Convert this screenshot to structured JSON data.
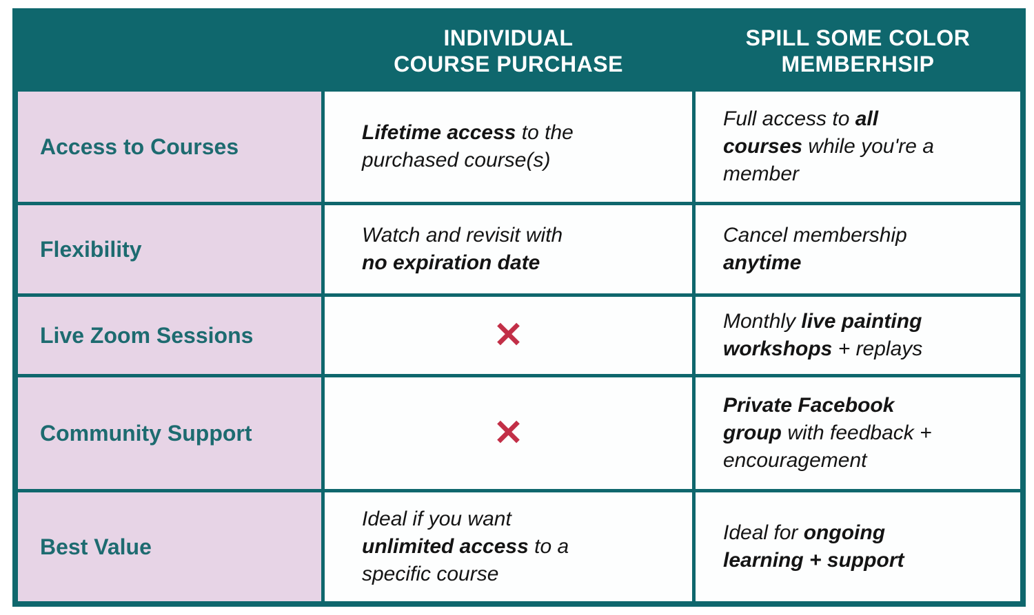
{
  "colors": {
    "teal": "#0f676d",
    "pink": "#e7d4e6",
    "label_text": "#1d6b70",
    "body_text": "#141414",
    "x_mark": "#c22f47",
    "cell_background": "#fdfefe"
  },
  "header": {
    "corner": "",
    "col_individual": "INDIVIDUAL\nCOURSE PURCHASE",
    "col_membership": "SPILL SOME COLOR\nMEMBERHSIP"
  },
  "x_mark_glyph": "✕",
  "rows": [
    {
      "label": "Access to Courses",
      "individual": {
        "type": "text",
        "segments": [
          {
            "text": "Lifetime access",
            "bold": true
          },
          {
            "text": " to the\npurchased course(s)",
            "bold": false
          }
        ]
      },
      "membership": {
        "type": "text",
        "segments": [
          {
            "text": "Full access to ",
            "bold": false
          },
          {
            "text": "all\ncourses",
            "bold": true
          },
          {
            "text": " while you're a\nmember",
            "bold": false
          }
        ]
      }
    },
    {
      "label": "Flexibility",
      "individual": {
        "type": "text",
        "segments": [
          {
            "text": "Watch and revisit with\n",
            "bold": false
          },
          {
            "text": "no expiration date",
            "bold": true
          }
        ]
      },
      "membership": {
        "type": "text",
        "segments": [
          {
            "text": "Cancel membership\n",
            "bold": false
          },
          {
            "text": "anytime",
            "bold": true
          }
        ]
      }
    },
    {
      "label": "Live Zoom Sessions",
      "individual": {
        "type": "x"
      },
      "membership": {
        "type": "text",
        "segments": [
          {
            "text": "Monthly ",
            "bold": false
          },
          {
            "text": "live painting\nworkshops",
            "bold": true
          },
          {
            "text": " + replays",
            "bold": false
          }
        ]
      }
    },
    {
      "label": "Community Support",
      "individual": {
        "type": "x"
      },
      "membership": {
        "type": "text",
        "segments": [
          {
            "text": "Private Facebook\ngroup",
            "bold": true
          },
          {
            "text": " with feedback +\nencouragement",
            "bold": false
          }
        ]
      }
    },
    {
      "label": "Best Value",
      "individual": {
        "type": "text",
        "segments": [
          {
            "text": "Ideal if you want\n",
            "bold": false
          },
          {
            "text": "unlimited access",
            "bold": true
          },
          {
            "text": " to a\nspecific course",
            "bold": false
          }
        ]
      },
      "membership": {
        "type": "text",
        "segments": [
          {
            "text": "Ideal for ",
            "bold": false
          },
          {
            "text": "ongoing\nlearning + support",
            "bold": true
          }
        ]
      }
    }
  ]
}
